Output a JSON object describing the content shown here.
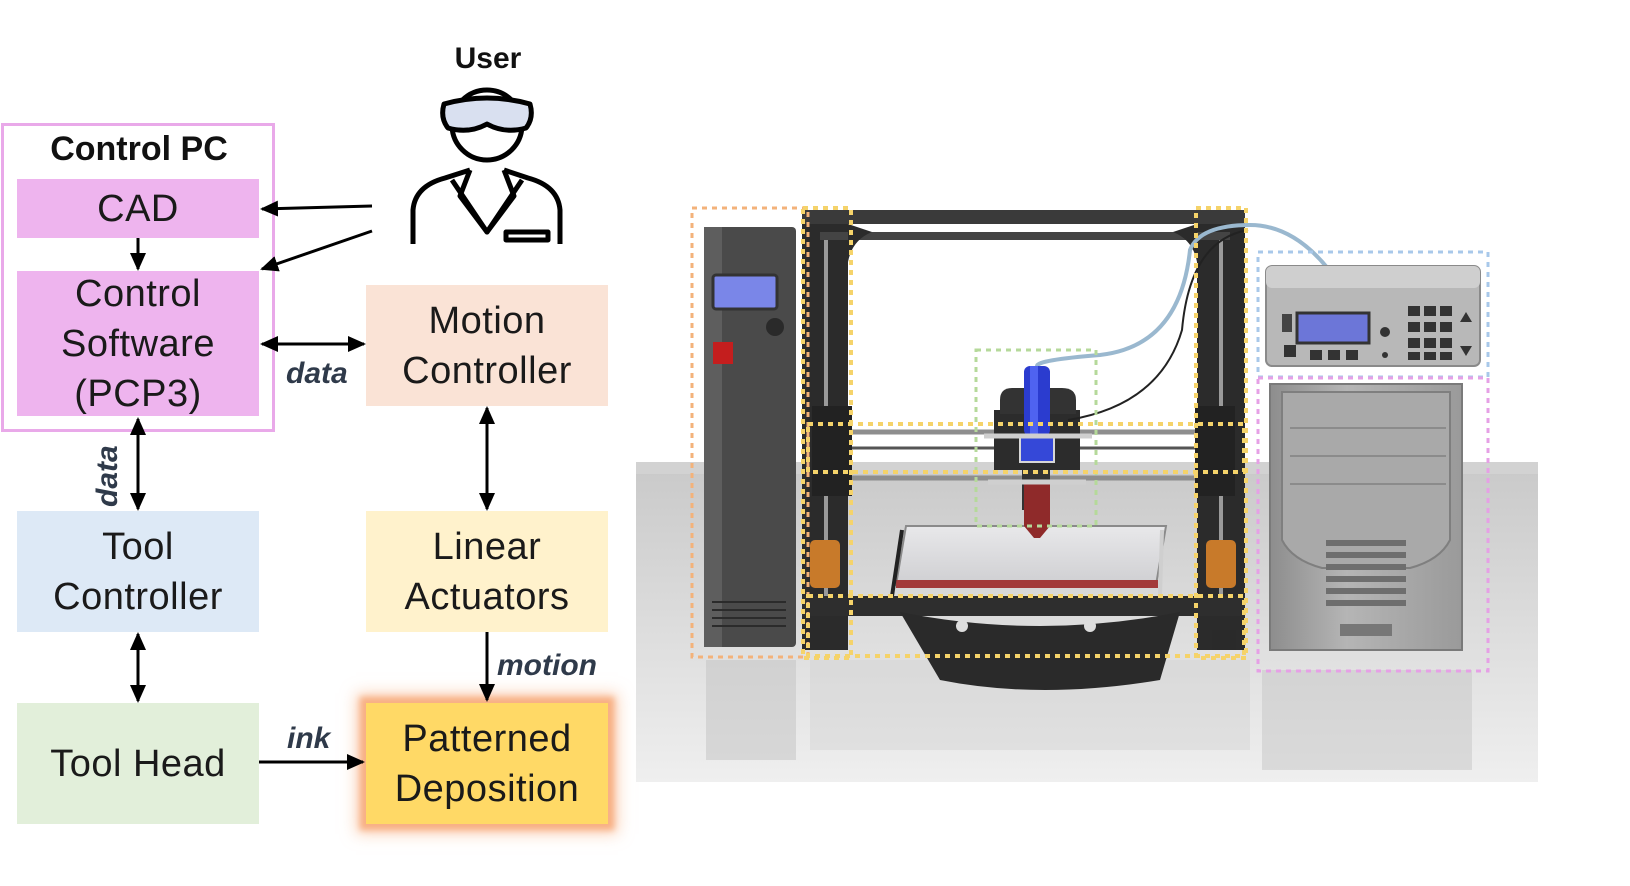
{
  "diagram": {
    "control_pc": {
      "title": "Control PC"
    },
    "user": {
      "label": "User"
    },
    "nodes": {
      "cad": "CAD",
      "control_software": [
        "Control",
        "Software",
        "(PCP3)"
      ],
      "motion_controller": [
        "Motion",
        "Controller"
      ],
      "tool_controller": [
        "Tool",
        "Controller"
      ],
      "linear_actuators": [
        "Linear",
        "Actuators"
      ],
      "tool_head": "Tool Head",
      "patterned_deposition": [
        "Patterned",
        "Deposition"
      ]
    },
    "edge_labels": {
      "data_horizontal": "data",
      "data_vertical": "data",
      "motion": "motion",
      "ink": "ink"
    },
    "colors": {
      "control_pc_border": "#e9a9e9",
      "control_pc_fill": "#eeb4ee",
      "motion_controller": "#fae3d6",
      "tool_controller": "#dde9f6",
      "linear_actuators": "#fff2cc",
      "tool_head": "#e2efda",
      "patterned_deposition": "#ffd966",
      "patterned_glow": "#f8b084"
    }
  }
}
